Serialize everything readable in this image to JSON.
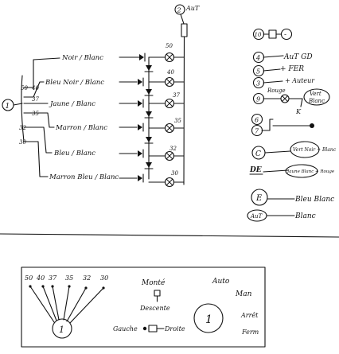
{
  "top_terminal": {
    "number": "2",
    "label": "AuT"
  },
  "inputs": {
    "main_terminal": "1",
    "labels": [
      {
        "num": "50",
        "text": "Noir / Blanc"
      },
      {
        "num": "40",
        "text": "Bleu Noir / Blanc"
      },
      {
        "num": "37",
        "text": "Jaune / Blanc"
      },
      {
        "num": "35",
        "text": "Marron / Blanc"
      },
      {
        "num": "32",
        "text": "Bleu / Blanc"
      },
      {
        "num": "30",
        "text": "Marron Bleu / Blanc"
      }
    ]
  },
  "lamps": [
    "50",
    "40",
    "37",
    "35",
    "32",
    "30"
  ],
  "legend": [
    {
      "num": "10",
      "text": "-"
    },
    {
      "num": "4",
      "text": "AuT GD"
    },
    {
      "num": "5",
      "text": "+ FER"
    },
    {
      "num": "3",
      "text": "+ Auteur"
    },
    {
      "num": "9",
      "text": "Rouge"
    },
    {
      "num": "6",
      "text": ""
    },
    {
      "num": "7",
      "text": ""
    },
    {
      "num": "C",
      "text": "Vert Noir + Blanc"
    },
    {
      "num": "DE",
      "text": "Jaune Blanc + Rouge"
    },
    {
      "num": "E",
      "text": "Bleu Blanc"
    },
    {
      "num": "AuT",
      "text": "Blanc"
    }
  ],
  "legend_extra": {
    "vert": "Vert",
    "blanc": "Blanc",
    "k": "K"
  },
  "panel": {
    "dial_values": [
      "50",
      "40",
      "37",
      "35",
      "32",
      "30"
    ],
    "dial_knob": "1",
    "monte": "Monté",
    "descente": "Descente",
    "gauche": "Gauche",
    "droite": "Droite",
    "knob2": "1",
    "modes": [
      "Auto",
      "Man",
      "Arrêt",
      "Ferm"
    ]
  }
}
